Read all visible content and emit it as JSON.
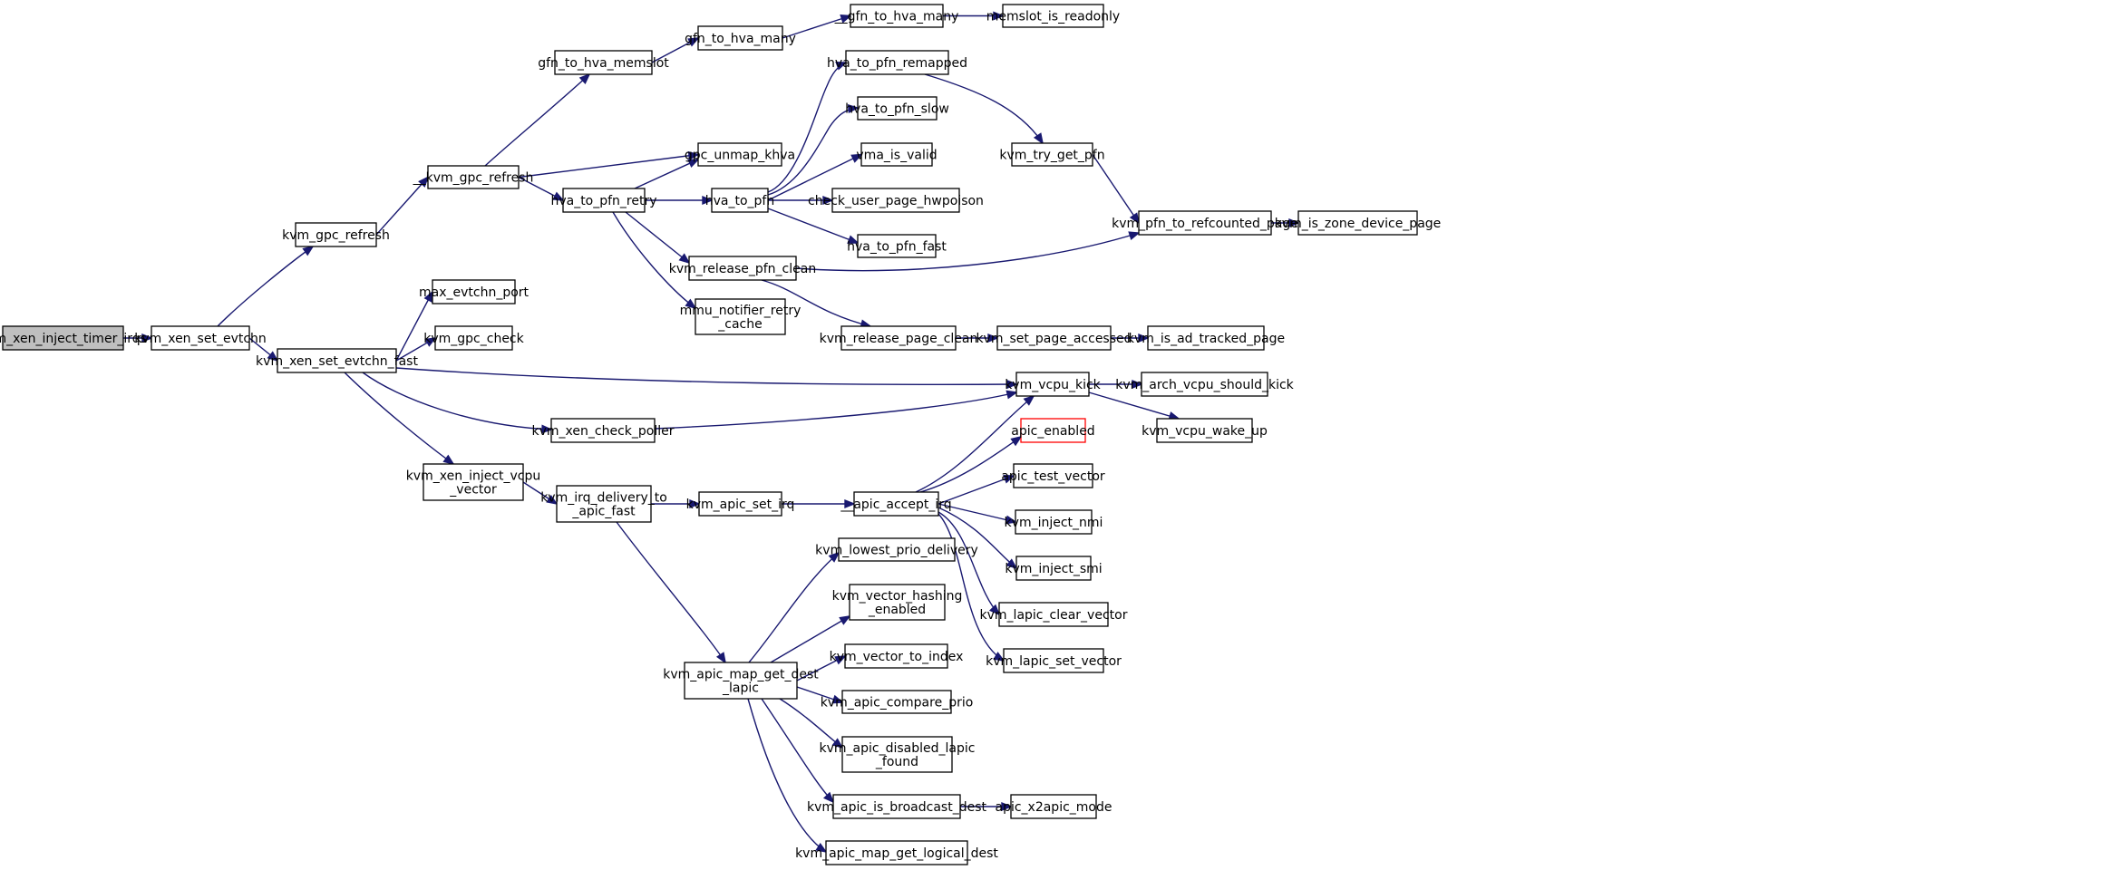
{
  "colors": {
    "edge": "#191970",
    "root_fill": "#bfbfbf",
    "missing_border": "#ff0000"
  },
  "nodes": {
    "kvm_xen_inject_timer_irqs": [
      "kvm_xen_inject_timer_irqs"
    ],
    "kvm_xen_set_evtchn": [
      "kvm_xen_set_evtchn"
    ],
    "kvm_gpc_refresh": [
      "kvm_gpc_refresh"
    ],
    "__kvm_gpc_refresh": [
      "__kvm_gpc_refresh"
    ],
    "gfn_to_hva_memslot": [
      "gfn_to_hva_memslot"
    ],
    "gfn_to_hva_many": [
      "gfn_to_hva_many"
    ],
    "__gfn_to_hva_many": [
      "__gfn_to_hva_many"
    ],
    "memslot_is_readonly": [
      "memslot_is_readonly"
    ],
    "gpc_unmap_khva": [
      "gpc_unmap_khva"
    ],
    "hva_to_pfn_retry": [
      "hva_to_pfn_retry"
    ],
    "hva_to_pfn": [
      "hva_to_pfn"
    ],
    "hva_to_pfn_remapped": [
      "hva_to_pfn_remapped"
    ],
    "hva_to_pfn_slow": [
      "hva_to_pfn_slow"
    ],
    "vma_is_valid": [
      "vma_is_valid"
    ],
    "check_user_page_hwpoison": [
      "check_user_page_hwpoison"
    ],
    "hva_to_pfn_fast": [
      "hva_to_pfn_fast"
    ],
    "kvm_try_get_pfn": [
      "kvm_try_get_pfn"
    ],
    "kvm_pfn_to_refcounted_page": [
      "kvm_pfn_to_refcounted_page"
    ],
    "kvm_is_zone_device_page": [
      "kvm_is_zone_device_page"
    ],
    "kvm_release_pfn_clean": [
      "kvm_release_pfn_clean"
    ],
    "mmu_notifier_retry_cache": [
      "mmu_notifier_retry",
      "_cache"
    ],
    "kvm_release_page_clean": [
      "kvm_release_page_clean"
    ],
    "kvm_set_page_accessed": [
      "kvm_set_page_accessed"
    ],
    "kvm_is_ad_tracked_page": [
      "kvm_is_ad_tracked_page"
    ],
    "kvm_xen_set_evtchn_fast": [
      "kvm_xen_set_evtchn_fast"
    ],
    "max_evtchn_port": [
      "max_evtchn_port"
    ],
    "kvm_gpc_check": [
      "kvm_gpc_check"
    ],
    "kvm_vcpu_kick": [
      "kvm_vcpu_kick"
    ],
    "kvm_arch_vcpu_should_kick": [
      "kvm_arch_vcpu_should_kick"
    ],
    "kvm_vcpu_wake_up": [
      "kvm_vcpu_wake_up"
    ],
    "kvm_xen_check_poller": [
      "kvm_xen_check_poller"
    ],
    "kvm_xen_inject_vcpu_vector": [
      "kvm_xen_inject_vcpu",
      "_vector"
    ],
    "kvm_irq_delivery_to_apic_fast": [
      "kvm_irq_delivery_to",
      "_apic_fast"
    ],
    "kvm_apic_set_irq": [
      "kvm_apic_set_irq"
    ],
    "__apic_accept_irq": [
      "__apic_accept_irq"
    ],
    "apic_enabled": [
      "apic_enabled"
    ],
    "apic_test_vector": [
      "apic_test_vector"
    ],
    "kvm_inject_nmi": [
      "kvm_inject_nmi"
    ],
    "kvm_inject_smi": [
      "kvm_inject_smi"
    ],
    "kvm_lapic_clear_vector": [
      "kvm_lapic_clear_vector"
    ],
    "kvm_lapic_set_vector": [
      "kvm_lapic_set_vector"
    ],
    "kvm_apic_map_get_dest_lapic": [
      "kvm_apic_map_get_dest",
      "_lapic"
    ],
    "kvm_lowest_prio_delivery": [
      "kvm_lowest_prio_delivery"
    ],
    "kvm_vector_hashing_enabled": [
      "kvm_vector_hashing",
      "_enabled"
    ],
    "kvm_vector_to_index": [
      "kvm_vector_to_index"
    ],
    "kvm_apic_compare_prio": [
      "kvm_apic_compare_prio"
    ],
    "kvm_apic_disabled_lapic_found": [
      "kvm_apic_disabled_lapic",
      "_found"
    ],
    "kvm_apic_is_broadcast_dest": [
      "kvm_apic_is_broadcast_dest"
    ],
    "apic_x2apic_mode": [
      "apic_x2apic_mode"
    ],
    "kvm_apic_map_get_logical_dest": [
      "kvm_apic_map_get_logical_dest"
    ]
  },
  "edges": [
    [
      "kvm_xen_inject_timer_irqs",
      "kvm_xen_set_evtchn"
    ],
    [
      "kvm_xen_set_evtchn",
      "kvm_gpc_refresh"
    ],
    [
      "kvm_xen_set_evtchn",
      "kvm_xen_set_evtchn_fast"
    ],
    [
      "kvm_gpc_refresh",
      "__kvm_gpc_refresh"
    ],
    [
      "__kvm_gpc_refresh",
      "gfn_to_hva_memslot"
    ],
    [
      "__kvm_gpc_refresh",
      "gpc_unmap_khva"
    ],
    [
      "__kvm_gpc_refresh",
      "hva_to_pfn_retry"
    ],
    [
      "gfn_to_hva_memslot",
      "gfn_to_hva_many"
    ],
    [
      "gfn_to_hva_many",
      "__gfn_to_hva_many"
    ],
    [
      "__gfn_to_hva_many",
      "memslot_is_readonly"
    ],
    [
      "hva_to_pfn_retry",
      "gpc_unmap_khva"
    ],
    [
      "hva_to_pfn_retry",
      "hva_to_pfn"
    ],
    [
      "hva_to_pfn_retry",
      "kvm_release_pfn_clean"
    ],
    [
      "hva_to_pfn_retry",
      "mmu_notifier_retry_cache"
    ],
    [
      "hva_to_pfn",
      "hva_to_pfn_remapped"
    ],
    [
      "hva_to_pfn",
      "hva_to_pfn_slow"
    ],
    [
      "hva_to_pfn",
      "vma_is_valid"
    ],
    [
      "hva_to_pfn",
      "check_user_page_hwpoison"
    ],
    [
      "hva_to_pfn",
      "hva_to_pfn_fast"
    ],
    [
      "hva_to_pfn_remapped",
      "kvm_try_get_pfn"
    ],
    [
      "kvm_try_get_pfn",
      "kvm_pfn_to_refcounted_page"
    ],
    [
      "kvm_pfn_to_refcounted_page",
      "kvm_is_zone_device_page"
    ],
    [
      "kvm_release_pfn_clean",
      "kvm_pfn_to_refcounted_page"
    ],
    [
      "kvm_release_pfn_clean",
      "kvm_release_page_clean"
    ],
    [
      "kvm_release_page_clean",
      "kvm_set_page_accessed"
    ],
    [
      "kvm_set_page_accessed",
      "kvm_is_ad_tracked_page"
    ],
    [
      "kvm_xen_set_evtchn_fast",
      "max_evtchn_port"
    ],
    [
      "kvm_xen_set_evtchn_fast",
      "kvm_gpc_check"
    ],
    [
      "kvm_xen_set_evtchn_fast",
      "kvm_vcpu_kick"
    ],
    [
      "kvm_xen_set_evtchn_fast",
      "kvm_xen_check_poller"
    ],
    [
      "kvm_xen_set_evtchn_fast",
      "kvm_xen_inject_vcpu_vector"
    ],
    [
      "kvm_vcpu_kick",
      "kvm_arch_vcpu_should_kick"
    ],
    [
      "kvm_vcpu_kick",
      "kvm_vcpu_wake_up"
    ],
    [
      "kvm_xen_check_poller",
      "kvm_vcpu_kick"
    ],
    [
      "kvm_xen_inject_vcpu_vector",
      "kvm_irq_delivery_to_apic_fast"
    ],
    [
      "kvm_irq_delivery_to_apic_fast",
      "kvm_apic_set_irq"
    ],
    [
      "kvm_irq_delivery_to_apic_fast",
      "kvm_apic_map_get_dest_lapic"
    ],
    [
      "kvm_apic_set_irq",
      "__apic_accept_irq"
    ],
    [
      "__apic_accept_irq",
      "kvm_vcpu_kick"
    ],
    [
      "__apic_accept_irq",
      "apic_enabled"
    ],
    [
      "__apic_accept_irq",
      "apic_test_vector"
    ],
    [
      "__apic_accept_irq",
      "kvm_inject_nmi"
    ],
    [
      "__apic_accept_irq",
      "kvm_inject_smi"
    ],
    [
      "__apic_accept_irq",
      "kvm_lapic_clear_vector"
    ],
    [
      "__apic_accept_irq",
      "kvm_lapic_set_vector"
    ],
    [
      "kvm_apic_map_get_dest_lapic",
      "kvm_lowest_prio_delivery"
    ],
    [
      "kvm_apic_map_get_dest_lapic",
      "kvm_vector_hashing_enabled"
    ],
    [
      "kvm_apic_map_get_dest_lapic",
      "kvm_vector_to_index"
    ],
    [
      "kvm_apic_map_get_dest_lapic",
      "kvm_apic_compare_prio"
    ],
    [
      "kvm_apic_map_get_dest_lapic",
      "kvm_apic_disabled_lapic_found"
    ],
    [
      "kvm_apic_map_get_dest_lapic",
      "kvm_apic_is_broadcast_dest"
    ],
    [
      "kvm_apic_map_get_dest_lapic",
      "kvm_apic_map_get_logical_dest"
    ],
    [
      "kvm_apic_is_broadcast_dest",
      "apic_x2apic_mode"
    ]
  ]
}
